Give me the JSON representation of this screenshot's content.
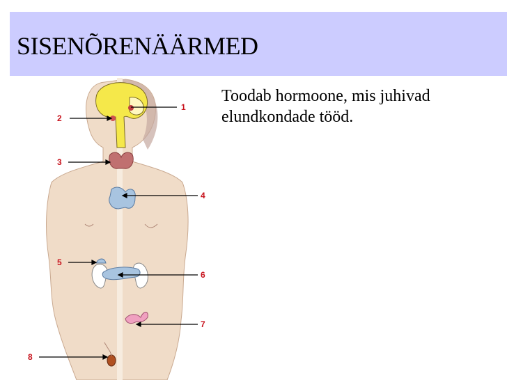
{
  "slide": {
    "title": "SISENÕRENÄÄRMED",
    "body": "Toodab hormoone, mis juhivad elundkondade tööd."
  },
  "figure": {
    "labels": [
      "1",
      "2",
      "3",
      "4",
      "5",
      "6",
      "7",
      "8"
    ]
  },
  "colors": {
    "title_bar": "#ccccff",
    "label_red": "#c8141e",
    "skin": "#f0dcc8",
    "gland_blue": "#a8c4e0",
    "brain_yellow": "#f5e84a",
    "thyroid": "#c07070"
  }
}
